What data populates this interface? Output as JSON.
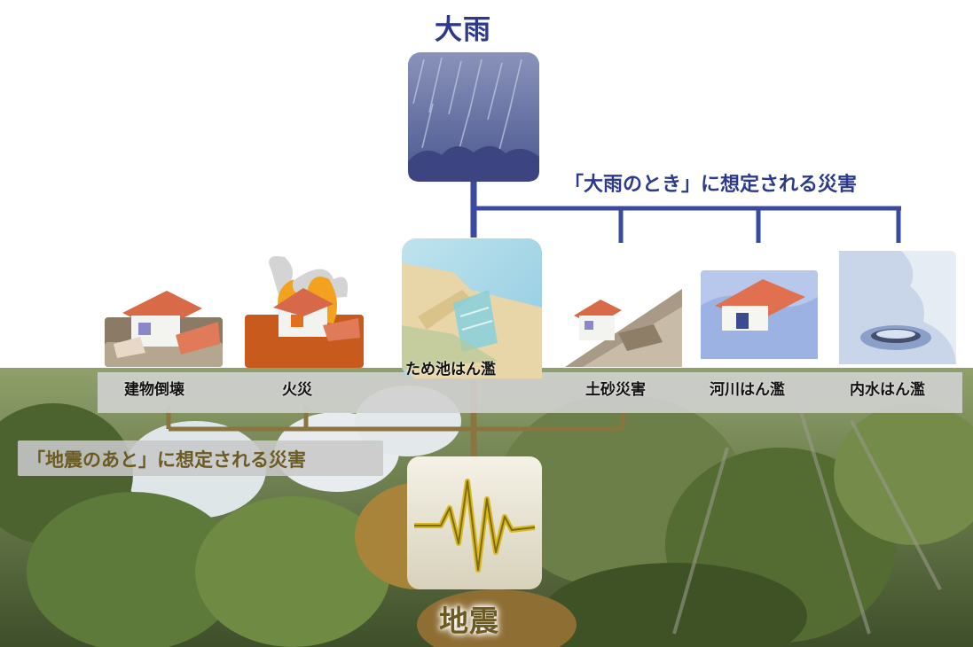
{
  "diagram": {
    "top_cause": "大雨",
    "bottom_cause": "地震",
    "rain_group_label": "「大雨のとき」に想定される災害",
    "quake_group_label": "「地震のあと」に想定される災害",
    "disasters": [
      {
        "name": "建物倒壊",
        "icon": "collapsed-house-icon",
        "triggered_by": [
          "地震"
        ]
      },
      {
        "name": "火災",
        "icon": "fire-icon",
        "triggered_by": [
          "地震"
        ]
      },
      {
        "name": "ため池はん濫",
        "icon": "reservoir-flood-icon",
        "triggered_by": [
          "大雨",
          "地震"
        ]
      },
      {
        "name": "土砂災害",
        "icon": "landslide-icon",
        "triggered_by": [
          "大雨",
          "地震"
        ]
      },
      {
        "name": "河川はん濫",
        "icon": "river-flood-icon",
        "triggered_by": [
          "大雨"
        ]
      },
      {
        "name": "内水はん濫",
        "icon": "inland-flood-icon",
        "triggered_by": [
          "大雨"
        ]
      }
    ]
  },
  "colors": {
    "rain_accent": "#2d3a8c",
    "quake_accent": "#6b5a22",
    "rain_connector": "#3a4aa0",
    "quake_connector": "#8a7540"
  }
}
